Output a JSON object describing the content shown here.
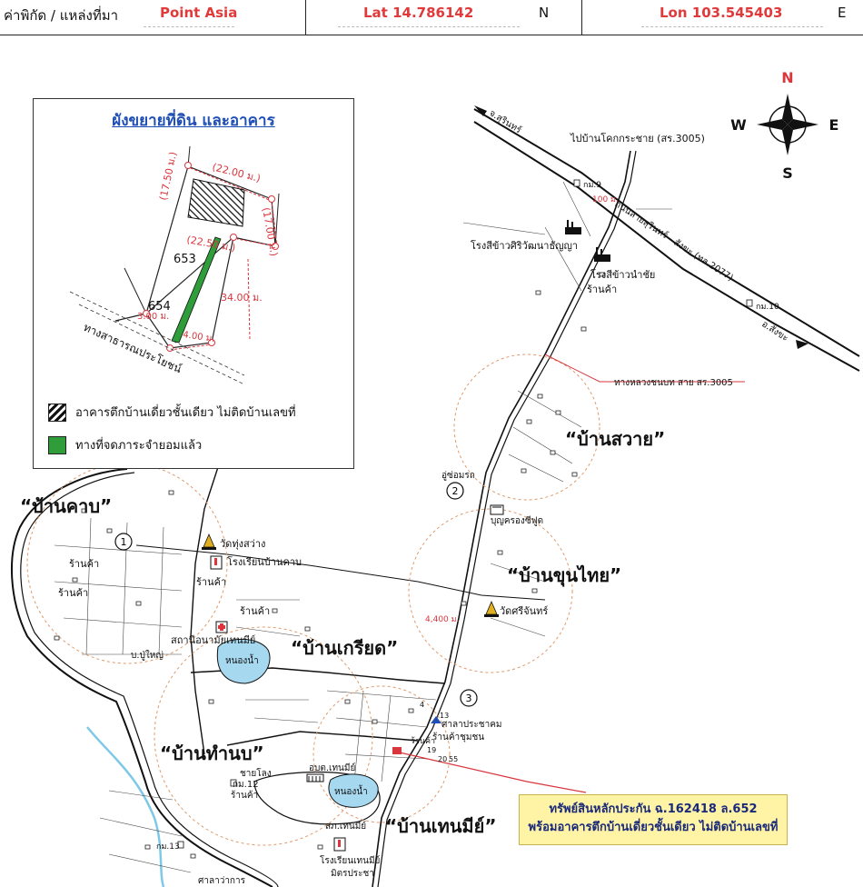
{
  "header": {
    "coord_label": "ค่าพิกัด / แหล่งที่มา",
    "source": "Point Asia",
    "lat": "Lat 14.786142",
    "lat_dir": "N",
    "lon": "Lon  103.545403",
    "lon_dir": "E"
  },
  "colors": {
    "accent_red": "#d9363e",
    "road_black": "#111111",
    "map_green": "#2f9d3a",
    "title_blue": "#1f4fb5",
    "note_bg": "#fff3a6"
  },
  "compass": {
    "n": "N",
    "s": "S",
    "e": "E",
    "w": "W"
  },
  "inset": {
    "title": "ผังขยายที่ดิน และอาคาร",
    "dims": {
      "top": "(22.00 ม.)",
      "left": "(17.50 ม.)",
      "right": "(17.00 ม.)",
      "mid": "(22.50 ม.)",
      "side": "34.00 ม.",
      "w1": "3.00 ม.",
      "w2": "4.00 ม."
    },
    "lot1": "653",
    "lot2": "654",
    "road": "ทางสาธารณประโยชน์",
    "legend_building": "อาคารตึกบ้านเดี่ยวชั้นเดียว ไม่ติดบ้านเลขที่",
    "legend_path": "ทางที่จดภาระจำยอมแล้ว"
  },
  "labels": {
    "to_khokkrasai": "ไปบ้านโคกกระชาย (สร.3005)",
    "to_surin": "จ.สุรินทร์",
    "km9": "กม.9",
    "m100": "100 ม.",
    "highway": "ถนนสายสุรินทร์ - สังขะ (ทล.2077)",
    "mill1": "โรงสีข้าวศิริวัฒนาธัญญา",
    "mill2": "โรงสีข้าวนำชัย",
    "shop": "ร้านค้า",
    "km10": "กม.10",
    "to_sangkha": "อ.สังขะ",
    "rural_road": "ทางหลวงชนบท สาย สร.3005",
    "v_sawai": "“บ้านสวาย”",
    "garage": "อู่ซ่อมรถ",
    "n2": "2",
    "bunkrong": "บุญครองซีฟูด",
    "v_khunthai": "“บ้านขุนไทย”",
    "dist4400": "4,400 ม.",
    "wat_srichan": "วัดศรีจันทร์",
    "v_khap": "“บ้านคาบ”",
    "n1": "1",
    "shop2": "ร้านค้า",
    "shop3": "ร้านค้า",
    "wat_thung": "วัดทุ่งสว่าง",
    "school_khap": "โรงเรียนบ้านคาบ",
    "shop4": "ร้านค้า",
    "shop5": "ร้านค้า",
    "health": "สถานีอนามัยเทนมีย์",
    "bpyai": "บ.ปู่ใหญ่",
    "pond1": "หนองน้ำ",
    "v_kriat": "“บ้านเกรียด”",
    "n3": "3",
    "hall": "ศาลาประชาคม",
    "shop_comm": "ร้านค้าชุมชน",
    "shop6": "ร้านค้า",
    "v_thamnop": "“บ้านทำนบ”",
    "khailong": "ชายโลง",
    "km12": "กม.12",
    "shop7": "ร้านค้า",
    "obt": "อบต.เทนมีย์",
    "pond2": "หนองน้ำ",
    "police": "สภ.เทนมีย์",
    "v_thenmi": "“บ้านเทนมีย์”",
    "school_thenmi": "โรงเรียนเทนมีย์",
    "mitpracha": "มิตรประชา",
    "km13": "กม.13",
    "sala": "ศาลาว่าการ",
    "n13": "13",
    "n4": "4",
    "n19": "19",
    "n20": "20",
    "n55": "55"
  },
  "note": {
    "line1": "ทรัพย์สินหลักประกัน  ฉ.162418 ล.652",
    "line2": "พร้อมอาคารตึกบ้านเดี่ยวชั้นเดียว ไม่ติดบ้านเลขที่"
  }
}
